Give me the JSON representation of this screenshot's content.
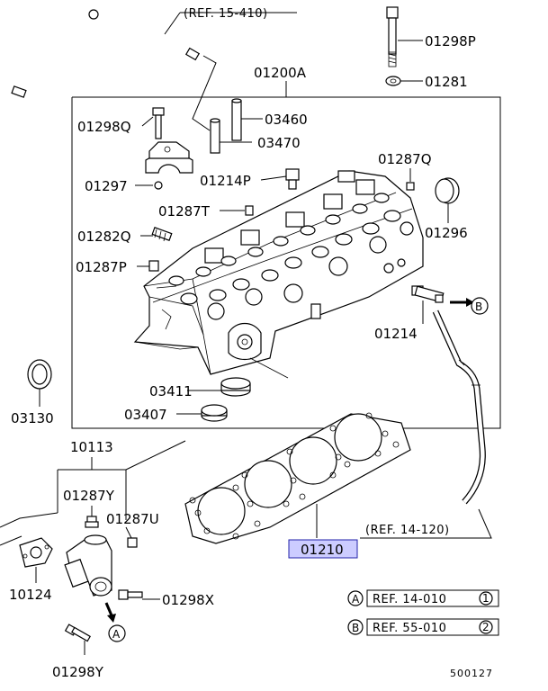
{
  "refs": {
    "top": "(REF. 15-410)",
    "right": "(REF. 14-120)"
  },
  "labels": {
    "p01298P": "01298P",
    "p01281": "01281",
    "p01200A": "01200A",
    "p01298Q": "01298Q",
    "p03460": "03460",
    "p03470": "03470",
    "p01297": "01297",
    "p01214P": "01214P",
    "p01287Q": "01287Q",
    "p01287T": "01287T",
    "p01296": "01296",
    "p01282Q": "01282Q",
    "p01287P": "01287P",
    "p01214": "01214",
    "p03130": "03130",
    "p03411": "03411",
    "p03407": "03407",
    "p10113": "10113",
    "p01287Y": "01287Y",
    "p01287U": "01287U",
    "p10124": "10124",
    "p01298X": "01298X",
    "p01298Y": "01298Y",
    "p01210": "01210"
  },
  "arrow_markers": {
    "a": "A",
    "b": "B"
  },
  "legend": {
    "a_letter": "A",
    "a_ref": "REF. 14-010",
    "a_num": "1",
    "b_letter": "B",
    "b_ref": "REF. 55-010",
    "b_num": "2"
  },
  "diagram_code": "500127",
  "colors": {
    "highlight": "#ccccff",
    "highlight_border": "#2222aa"
  }
}
